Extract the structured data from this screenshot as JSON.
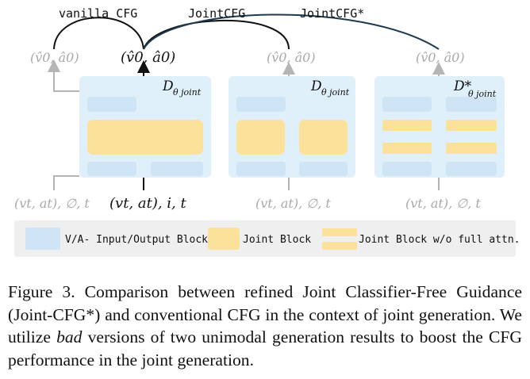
{
  "arcs": {
    "vanilla": "vanilla CFG",
    "joint": "JointCFG",
    "joint_star": "JointCFG*"
  },
  "outputs": {
    "left": "(v̂0, â0)",
    "center": "(v̂0, â0)",
    "middle": "(v̂0, â0)",
    "right": "(v̂0, â0)"
  },
  "blocks": {
    "first_label": "D",
    "first_sub": "θ joint",
    "second_label": "D",
    "second_sub": "θ joint",
    "third_label": "D*",
    "third_sub": "θ joint"
  },
  "inputs": {
    "left": "(vt, at), ∅, t",
    "center": "(vt, at), i, t",
    "middle": "(vt, at), ∅, t",
    "right": "(vt, at), ∅, t"
  },
  "legend": {
    "io_block": "V/A- Input/Output Block",
    "joint_block": "Joint Block",
    "joint_block_partial": "Joint Block w/o full attn."
  },
  "caption": {
    "prefix": "Figure 3. Comparison between refined Joint Classifier-Free Guidance (Joint-CFG*) and conventional CFG in the context of joint generation. We utilize ",
    "emphasis": "bad",
    "suffix": " versions of two unimodal generation results to boost the CFG performance in the joint generation."
  },
  "colors": {
    "panel": "#dff0fa",
    "io_block": "#cfe5f5",
    "joint_block": "#fbe19a",
    "legend_bg": "#efefef",
    "arc_jointstar": "#1d3a4f",
    "dim_text": "#a9a9a9"
  }
}
